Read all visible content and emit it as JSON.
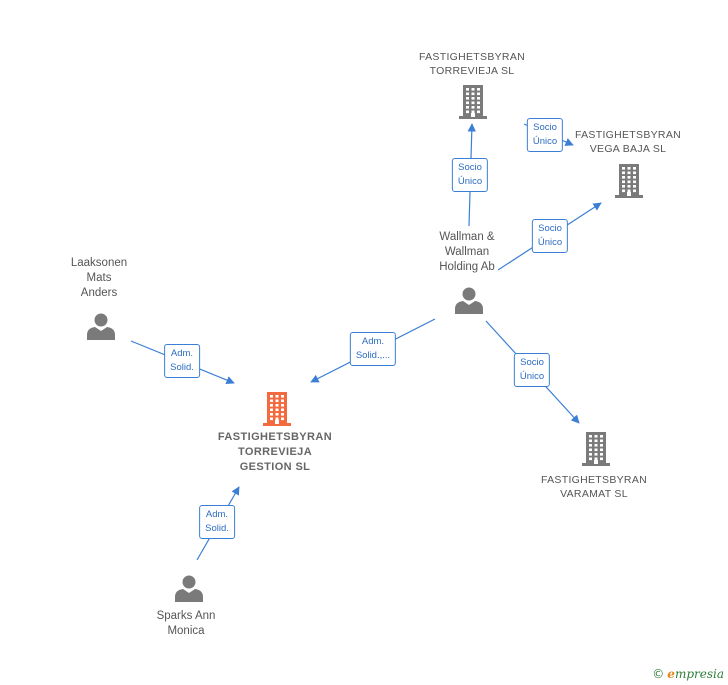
{
  "nodes": [
    {
      "id": "main",
      "kind": "company-main",
      "label": [
        "FASTIGHETSBYRAN",
        "TORREVIEJA",
        "GESTION  SL"
      ]
    },
    {
      "id": "torrevieja",
      "kind": "company",
      "label": [
        "FASTIGHETSBYRAN",
        "TORREVIEJA SL"
      ]
    },
    {
      "id": "vegabaja",
      "kind": "company",
      "label": [
        "FASTIGHETSBYRAN",
        "VEGA BAJA  SL"
      ]
    },
    {
      "id": "varamat",
      "kind": "company",
      "label": [
        "FASTIGHETSBYRAN",
        "VARAMAT  SL"
      ]
    },
    {
      "id": "wallman",
      "kind": "person",
      "label": [
        "Wallman &",
        "Wallman",
        "Holding Ab"
      ]
    },
    {
      "id": "laaksonen",
      "kind": "person",
      "label": [
        "Laaksonen",
        "Mats",
        "Anders"
      ]
    },
    {
      "id": "sparks",
      "kind": "person",
      "label": [
        "Sparks Ann",
        "Monica"
      ]
    }
  ],
  "edges": [
    {
      "from": "wallman",
      "to": "torrevieja",
      "label": [
        "Socio",
        "Único"
      ]
    },
    {
      "from": "torrevieja",
      "to": "vegabaja",
      "label": [
        "Socio",
        "Único"
      ]
    },
    {
      "from": "wallman",
      "to": "vegabaja",
      "label": [
        "Socio",
        "Único"
      ]
    },
    {
      "from": "wallman",
      "to": "varamat",
      "label": [
        "Socio",
        "Único"
      ]
    },
    {
      "from": "wallman",
      "to": "main",
      "label": [
        "Adm.",
        "Solid.,..."
      ]
    },
    {
      "from": "laaksonen",
      "to": "main",
      "label": [
        "Adm.",
        "Solid."
      ]
    },
    {
      "from": "sparks",
      "to": "main",
      "label": [
        "Adm.",
        "Solid."
      ]
    }
  ],
  "colors": {
    "edge": "#3a7fd5",
    "company": "#7a7a7a",
    "company_main": "#f26a3d",
    "person": "#7a7a7a"
  },
  "brand": {
    "copyright": "©",
    "name_first": "e",
    "name_rest": "mpresia"
  }
}
